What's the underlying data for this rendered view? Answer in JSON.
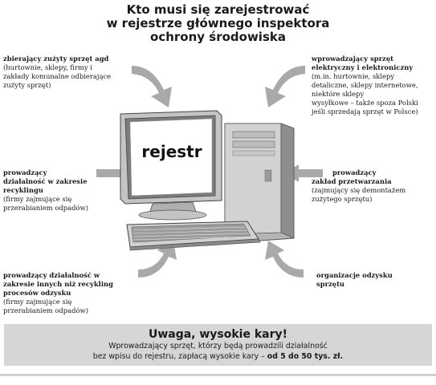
{
  "title": {
    "line1": "Kto  musi się zarejestrować",
    "line2": "w rejestrze głównego inspektora",
    "line3": "ochrony środowiska"
  },
  "center": {
    "screen_label": "rejestr"
  },
  "blocks": {
    "top_left": {
      "bold": [
        "zbierający zużyty sprzęt agd"
      ],
      "normal": [
        "(hurtownie, sklepy, firmy i",
        "zakłady komunalne odbierające",
        "zużyty sprzęt)"
      ]
    },
    "top_right": {
      "bold": [
        "wprowadzający sprzęt",
        "elektryczny i elektroniczny"
      ],
      "normal": [
        "(m.in. hurtownie, sklepy",
        "detaliczne, sklepy internetowe,",
        "niektóre sklepy",
        "wysyłkowe – także spoza Polski",
        "jeśli sprzedają sprzęt w Polsce)"
      ]
    },
    "mid_left": {
      "bold": [
        "prowadzący",
        "działalność w zakresie",
        "recyklingu"
      ],
      "normal": [
        "(firmy zajmujące się",
        "przerabianiem odpadów)"
      ]
    },
    "mid_right": {
      "bold": [
        "prowadzący",
        "zakład przetwarzania"
      ],
      "normal": [
        "(zajmujący się demontażem",
        "zużytego sprzętu)"
      ]
    },
    "bottom_left": {
      "bold": [
        "prowadzący działalność w",
        "zakresie innych niż recykling",
        "procesów odzysku"
      ],
      "normal": [
        "(firmy zajmujące się",
        "przerabianiem odpadów)"
      ]
    },
    "bottom_right": {
      "bold": [
        "organizacje odzysku",
        "sprzętu"
      ],
      "normal": []
    }
  },
  "warning": {
    "heading": "Uwaga, wysokie kary!",
    "line1": "Wprowadzający sprzęt, którzy będą prowadzili działalność",
    "line2_prefix": "bez wpisu do rejestru, zapłacą wysokie kary – ",
    "line2_bold": "od 5 do 50 tys. zł."
  },
  "colors": {
    "arrow": "#a9a9a9",
    "box": "#d6d6d6"
  }
}
